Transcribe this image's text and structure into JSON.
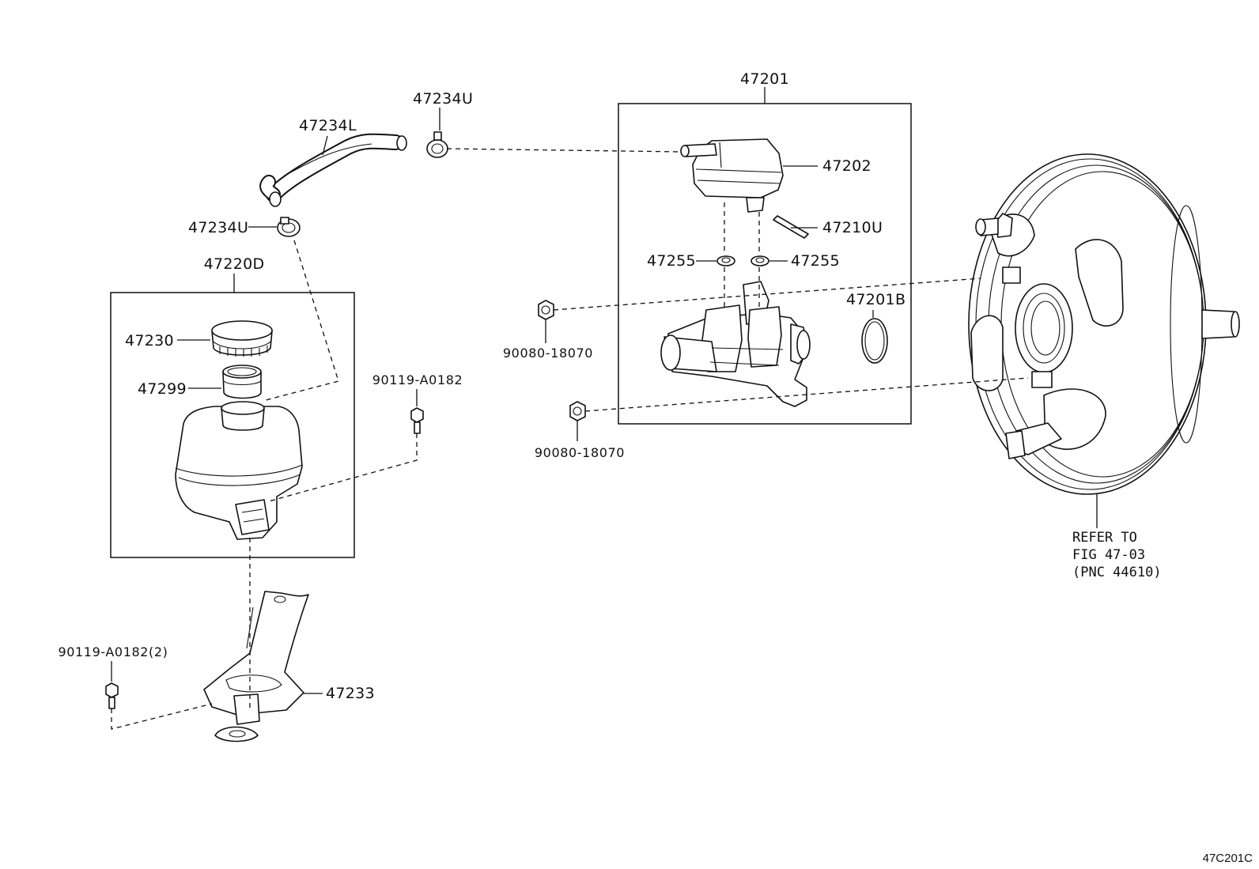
{
  "colors": {
    "line": "#111111",
    "background": "#ffffff"
  },
  "figure_id": "47C201C",
  "labels": {
    "master_cylinder_assy": "47201",
    "reservoir_sub_assy": "47202",
    "pin": "47210U",
    "grommet_left": "47255",
    "grommet_right": "47255",
    "o_ring": "47201B",
    "nut_upper": "90080-18070",
    "nut_lower": "90080-18070",
    "clip_upper": "47234U",
    "hose": "47234L",
    "clip_lower": "47234U",
    "tank_assy": "47220D",
    "cap": "47230",
    "strainer": "47299",
    "bolt_tank": "90119-A0182",
    "bolt_bracket": "90119-A0182(2)",
    "bracket": "47233"
  },
  "booster_note": [
    "REFER TO",
    "FIG 47-03",
    "(PNC 44610)"
  ]
}
